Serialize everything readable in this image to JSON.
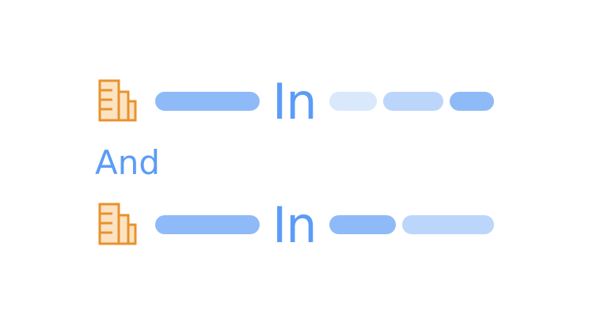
{
  "colors": {
    "accent_blue": "#5b9cf6",
    "pill_dark": "#8fbaf8",
    "pill_mid": "#bcd6fb",
    "pill_light": "#dae8fc",
    "icon_orange": "#e8922c",
    "icon_fill": "#fbe3c2"
  },
  "condition_1": {
    "icon": "building-icon",
    "operator_label": "In"
  },
  "joiner": {
    "label": "And"
  },
  "condition_2": {
    "icon": "building-icon",
    "operator_label": "In"
  }
}
